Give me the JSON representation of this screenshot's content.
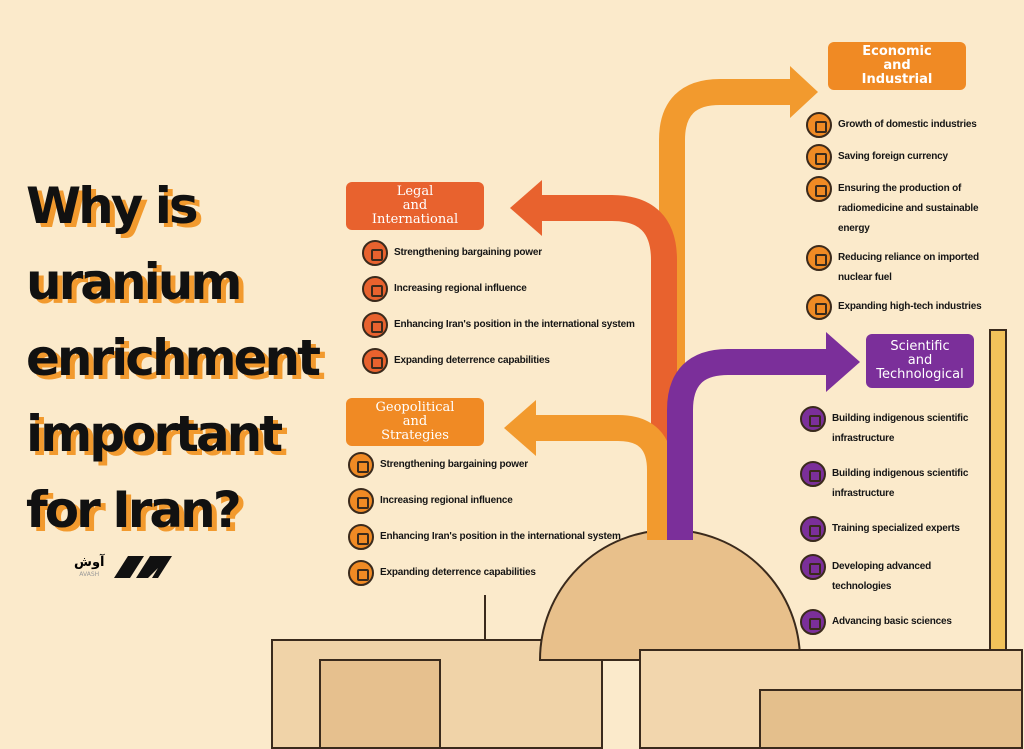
{
  "title_lines": [
    "Why is",
    "uranium",
    "enrichment",
    "important",
    "for Iran?"
  ],
  "logo": {
    "text": "آوش",
    "subtext": "AVASH"
  },
  "colors": {
    "background": "#fbeacb",
    "legal": "#e8622e",
    "geopolitical": "#f08a24",
    "economic": "#f08a24",
    "scientific": "#7b2f9a"
  },
  "categories": {
    "legal": {
      "title": [
        "Legal",
        "and",
        "International"
      ],
      "items": [
        {
          "icon": "radiation-shield-icon",
          "label": "Strengthening bargaining power"
        },
        {
          "icon": "official-person-icon",
          "label": "Increasing regional influence"
        },
        {
          "icon": "raised-fist-icon",
          "label": "Enhancing Iran's position in the international system"
        },
        {
          "icon": "document-radiation-icon",
          "label": "Expanding deterrence capabilities"
        }
      ]
    },
    "geopolitical": {
      "title": [
        "Geopolitical",
        "and",
        "Strategies"
      ],
      "items": [
        {
          "icon": "handshake-icon",
          "label": "Strengthening bargaining power"
        },
        {
          "icon": "iran-map-icon",
          "label": "Increasing regional influence"
        },
        {
          "icon": "globe-icon",
          "label": "Enhancing Iran's position in the international system"
        },
        {
          "icon": "shield-missile-icon",
          "label": "Expanding deterrence capabilities"
        }
      ]
    },
    "economic": {
      "title": [
        "Economic",
        "and",
        "Industrial"
      ],
      "items": [
        {
          "icon": "factory-icon",
          "label": "Growth of domestic industries"
        },
        {
          "icon": "money-bag-icon",
          "label": "Saving foreign currency"
        },
        {
          "icon": "solar-energy-icon",
          "label": "Ensuring the production of radiomedicine and sustainable energy"
        },
        {
          "icon": "nuclear-fuel-icon",
          "label": "Reducing reliance on imported nuclear fuel"
        },
        {
          "icon": "chip-icon",
          "label": "Expanding high-tech industries"
        }
      ]
    },
    "scientific": {
      "title": [
        "Scientific",
        "and",
        "Technological"
      ],
      "items": [
        {
          "icon": "lab-icon",
          "label": "Building indigenous scientific infrastructure"
        },
        {
          "icon": "idea-gear-icon",
          "label": "Building indigenous scientific infrastructure"
        },
        {
          "icon": "expert-icon",
          "label": "Training specialized experts"
        },
        {
          "icon": "computer-icon",
          "label": "Developing advanced technologies"
        },
        {
          "icon": "atom-icon",
          "label": "Advancing basic sciences"
        }
      ]
    }
  }
}
